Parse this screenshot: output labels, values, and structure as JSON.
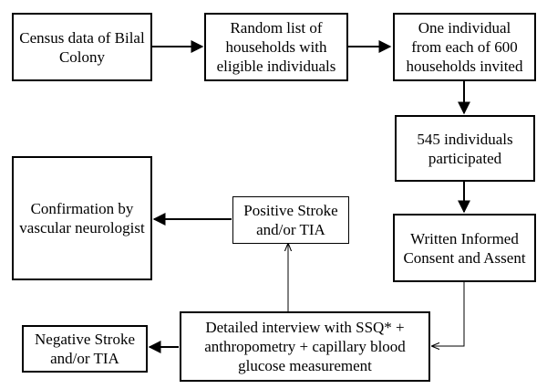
{
  "nodes": {
    "census": "Census data of Bilal\nColony",
    "random_list": "Random list of\nhouseholds with\neligible individuals",
    "invited": "One individual\nfrom each of 600\nhouseholds invited",
    "participated": "545 individuals\nparticipated",
    "consent": "Written Informed\nConsent and Assent",
    "interview": "Detailed interview with SSQ* +\nanthropometry + capillary blood\nglucose measurement",
    "positive": "Positive Stroke\nand/or TIA",
    "negative": "Negative Stroke\nand/or TIA",
    "confirmation": "Confirmation by\nvascular neurologist"
  },
  "colors": {
    "stroke": "#000000",
    "background": "#ffffff"
  }
}
